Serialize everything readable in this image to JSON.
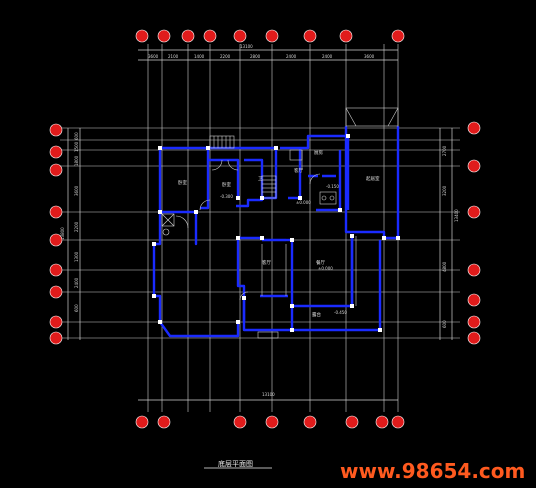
{
  "drawing": {
    "total_top": "13100",
    "total_bottom": "13100",
    "top_segments": [
      "3600",
      "2100",
      "1400",
      "2200",
      "2800",
      "2400",
      "2400",
      "3600"
    ],
    "left_total": "13800",
    "left_segments": [
      "600",
      "1500",
      "1800",
      "3600",
      "2200",
      "1300",
      "2400",
      "600"
    ],
    "right_total": "13400",
    "right_segments": [
      "2700",
      "3200",
      "4800",
      "600"
    ],
    "room_labels": [
      "卧室",
      "卧室",
      "卫",
      "客厅",
      "餐厅",
      "厨房",
      "起居室",
      "露台",
      "客厅"
    ],
    "level_labels": [
      "-0.300",
      "±0.000",
      "±0.000",
      "-0.150",
      "-0.450"
    ],
    "title": "底层平面图"
  },
  "watermark": "www.98654.com",
  "colors": {
    "wall": "#1a2bff",
    "axis": "#cfcfcf",
    "bubble": "#e01b1b",
    "watermark": "#ff5a1f"
  }
}
